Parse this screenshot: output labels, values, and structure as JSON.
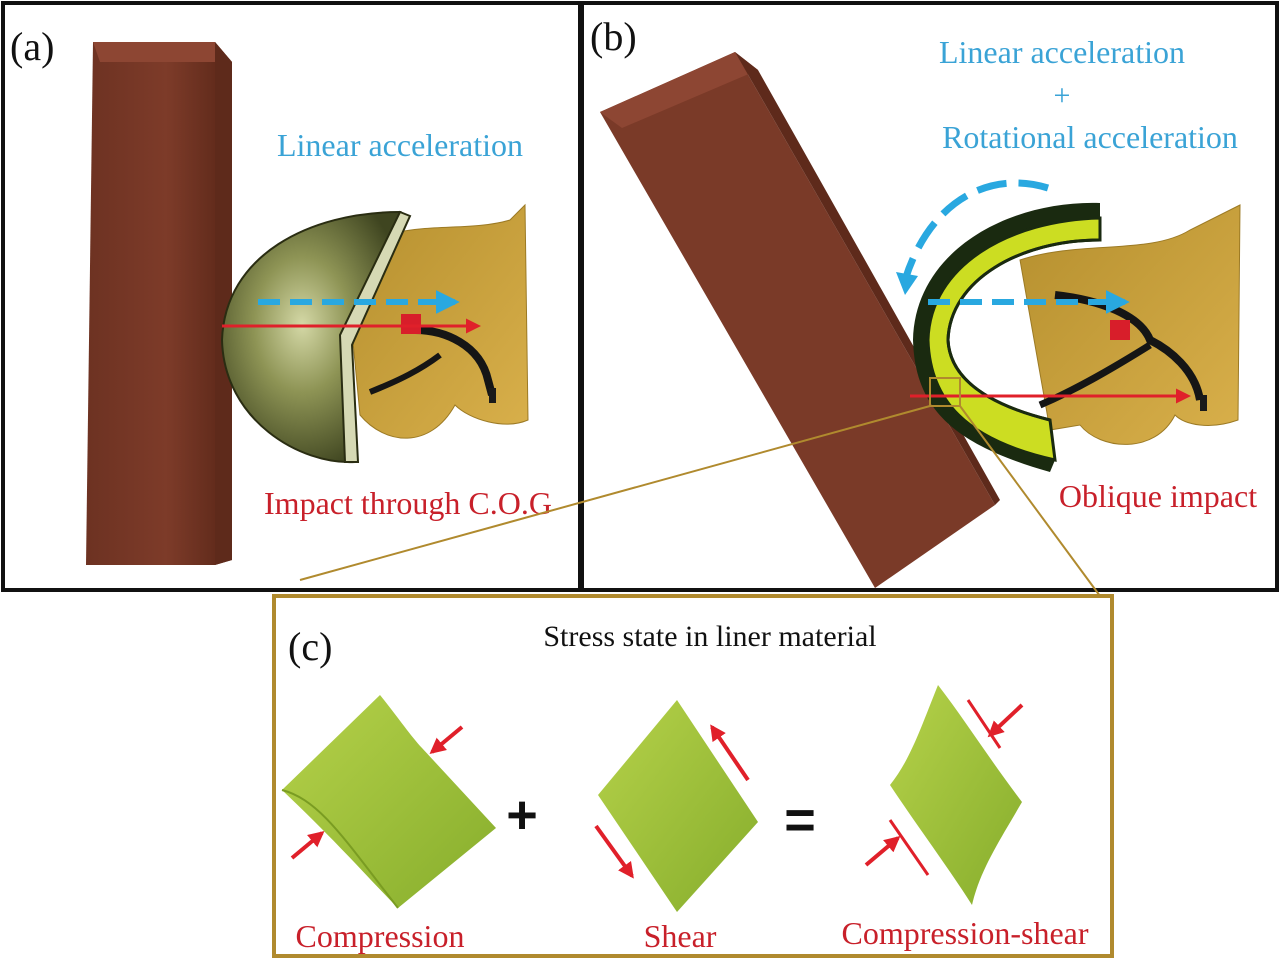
{
  "panel_a": {
    "label": "(a)",
    "accel_label": "Linear acceleration",
    "impact_label": "Impact through C.O.G"
  },
  "panel_b": {
    "label": "(b)",
    "accel_line1": "Linear acceleration",
    "accel_plus": "+",
    "accel_line2": "Rotational acceleration",
    "impact_label": "Oblique impact"
  },
  "panel_c": {
    "label": "(c)",
    "title": "Stress state in liner material",
    "plus": "+",
    "equals": "=",
    "compression_label": "Compression",
    "shear_label": "Shear",
    "combined_label": "Compression-shear"
  },
  "colors": {
    "block": "#7a3a28",
    "block_top": "#8d4633",
    "helmet_shell": "#8f9458",
    "liner": "#ccdd22",
    "head": "#c8a23c",
    "linear_accel": "#29a8e0",
    "impact_arrow": "#e0202a",
    "frame_dark": "#111111",
    "frame_gold": "#b08a2e",
    "material": "#9fc23a"
  },
  "icons": [
    "head-model-icon",
    "helmet-icon",
    "impact-block-icon",
    "stress-element-icon"
  ]
}
